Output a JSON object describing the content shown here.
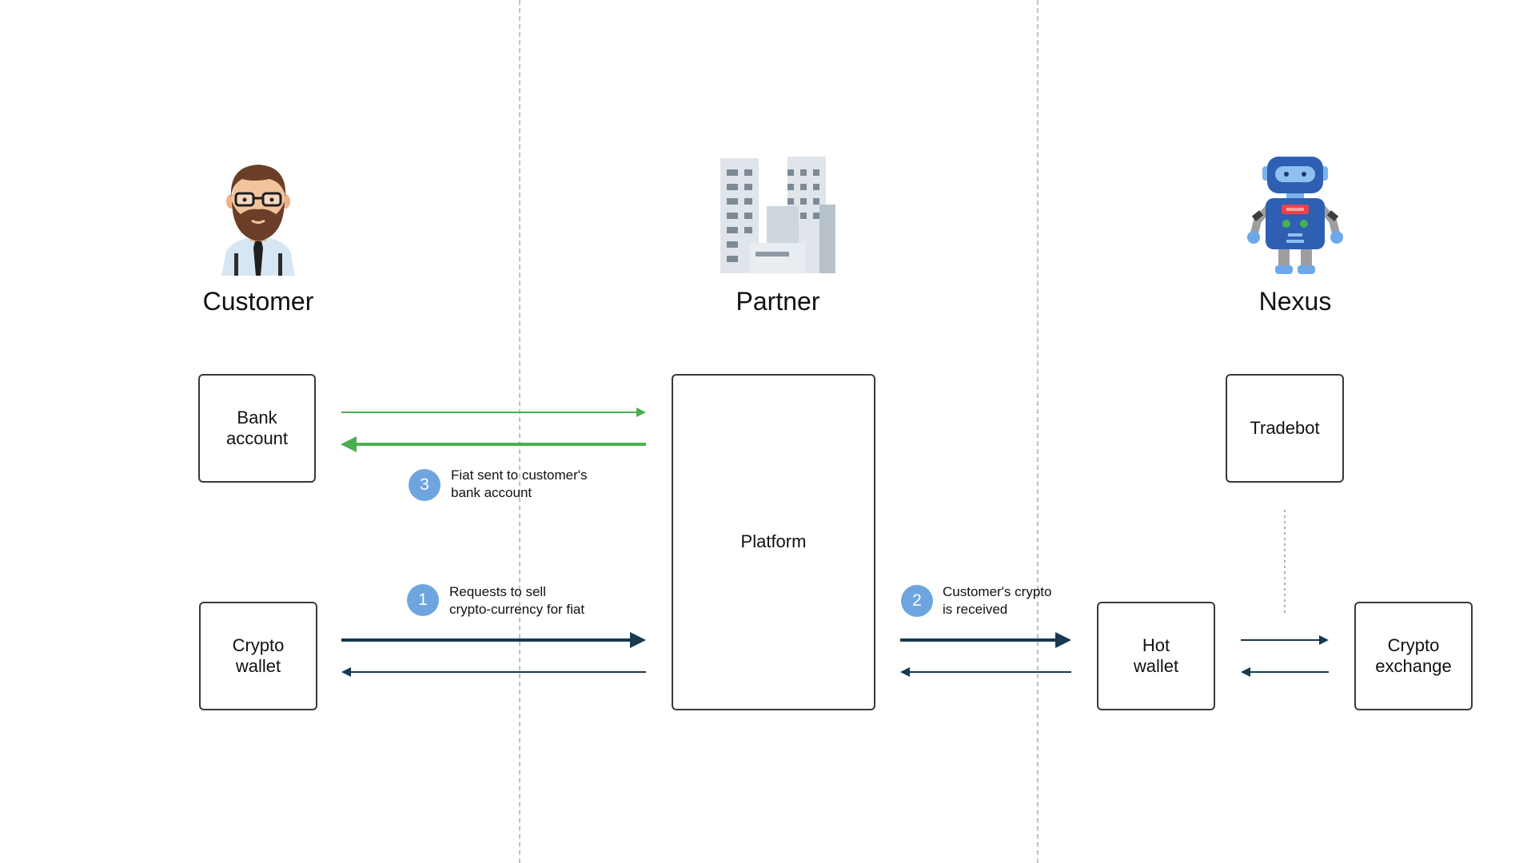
{
  "actors": {
    "customer": {
      "label": "Customer",
      "icon": "bearded-man-icon"
    },
    "partner": {
      "label": "Partner",
      "icon": "office-building-icon"
    },
    "nexus": {
      "label": "Nexus",
      "icon": "robot-icon"
    }
  },
  "nodes": {
    "bank_account": "Bank\naccount",
    "crypto_wallet": "Crypto\nwallet",
    "platform": "Platform",
    "tradebot": "Tradebot",
    "hot_wallet": "Hot\nwallet",
    "crypto_exchange": "Crypto\nexchange"
  },
  "steps": [
    {
      "number": "1",
      "lines": [
        "Requests to sell",
        "crypto-currency for fiat"
      ]
    },
    {
      "number": "2",
      "lines": [
        "Customer's crypto",
        "is received"
      ]
    },
    {
      "number": "3",
      "lines": [
        "Fiat sent to customer's",
        "bank account"
      ]
    }
  ],
  "colors": {
    "fiat_arrow": "#4caf50",
    "crypto_arrow": "#163a52",
    "badge": "#6ea5e0",
    "divider": "#c4c4c4"
  }
}
